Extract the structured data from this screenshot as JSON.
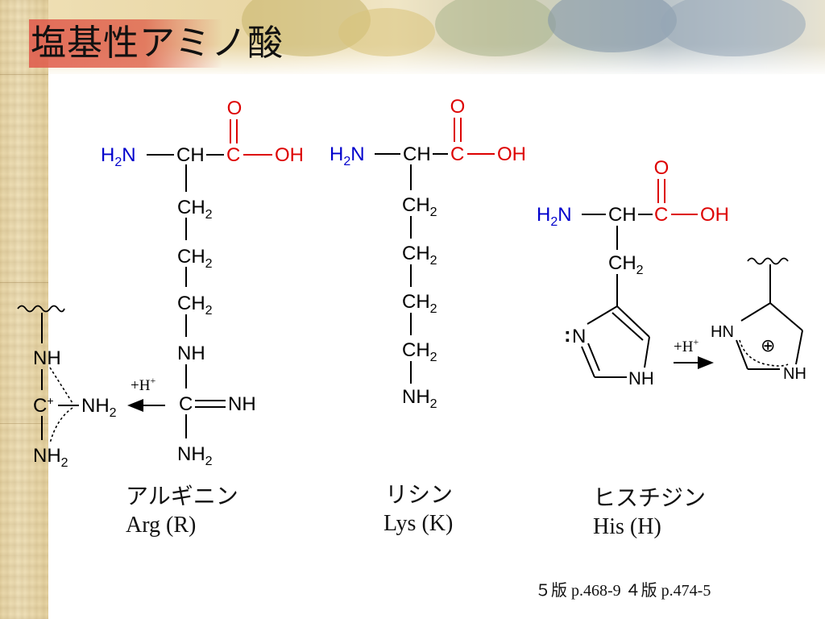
{
  "slide": {
    "title": "塩基性アミノ酸",
    "reference": "５版 p.468-9  ４版  p.474-5"
  },
  "colors": {
    "amine_blue": "#0000cc",
    "carboxyl_red": "#dd0000",
    "bond_black": "#000000"
  },
  "labels": {
    "O": "O",
    "OH": "OH",
    "H2N_H": "H",
    "H2N_2": "2",
    "H2N_N": "N",
    "CH": "CH",
    "C": "C",
    "CH2_CH": "CH",
    "CH2_2": "2",
    "NH": "NH",
    "NH2_NH": "NH",
    "NH2_2": "2",
    "N": "N",
    "HN": "HN",
    "Cplus_C": "C",
    "Cplus_plus": "+",
    "protonation": "+H",
    "protonation_sup": "+",
    "circled_plus": "⊕",
    "lone_pair": "••"
  },
  "amino_acids": [
    {
      "id": "arg",
      "japanese": "アルギニン",
      "english": "Arg (R)"
    },
    {
      "id": "lys",
      "japanese": "リシン",
      "english": "Lys (K)"
    },
    {
      "id": "his",
      "japanese": "ヒスチジン",
      "english": "His (H)"
    }
  ]
}
